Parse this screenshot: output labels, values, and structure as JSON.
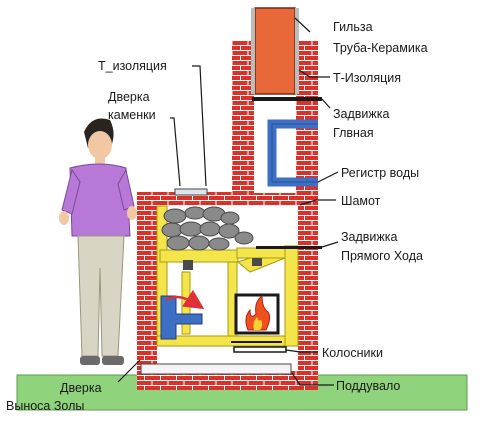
{
  "labels": {
    "sleeve": "Гильза",
    "ceramic_pipe": "Труба-Керамика",
    "t_insulation_right": "Т-Изоляция",
    "main_damper_l1": "Задвижка",
    "main_damper_l2": "Глвная",
    "water_register": "Регистр воды",
    "chamotte": "Шамот",
    "direct_damper_l1": "Задвижка",
    "direct_damper_l2": "Прямого Хода",
    "grates": "Колосники",
    "ash_pit": "Поддувало",
    "t_insulation_left": "Т_изоляция",
    "stone_door_l1": "Дверка",
    "stone_door_l2": "каменки",
    "ash_door_l1": "Дверка",
    "ash_door_l2": "Выноса Золы"
  },
  "colors": {
    "brick": "#d8322a",
    "mortar": "#ffffff",
    "chamotte": "#f4e64a",
    "ceramic_pipe": "#e8683a",
    "register": "#3d6fc4",
    "floor": "#8fd37c",
    "shirt": "#b878d8",
    "pants": "#d9d5c4",
    "skin": "#f2c8a4",
    "hair": "#2a2420",
    "stones": "#8a8a8a",
    "flame": "#f05020"
  }
}
